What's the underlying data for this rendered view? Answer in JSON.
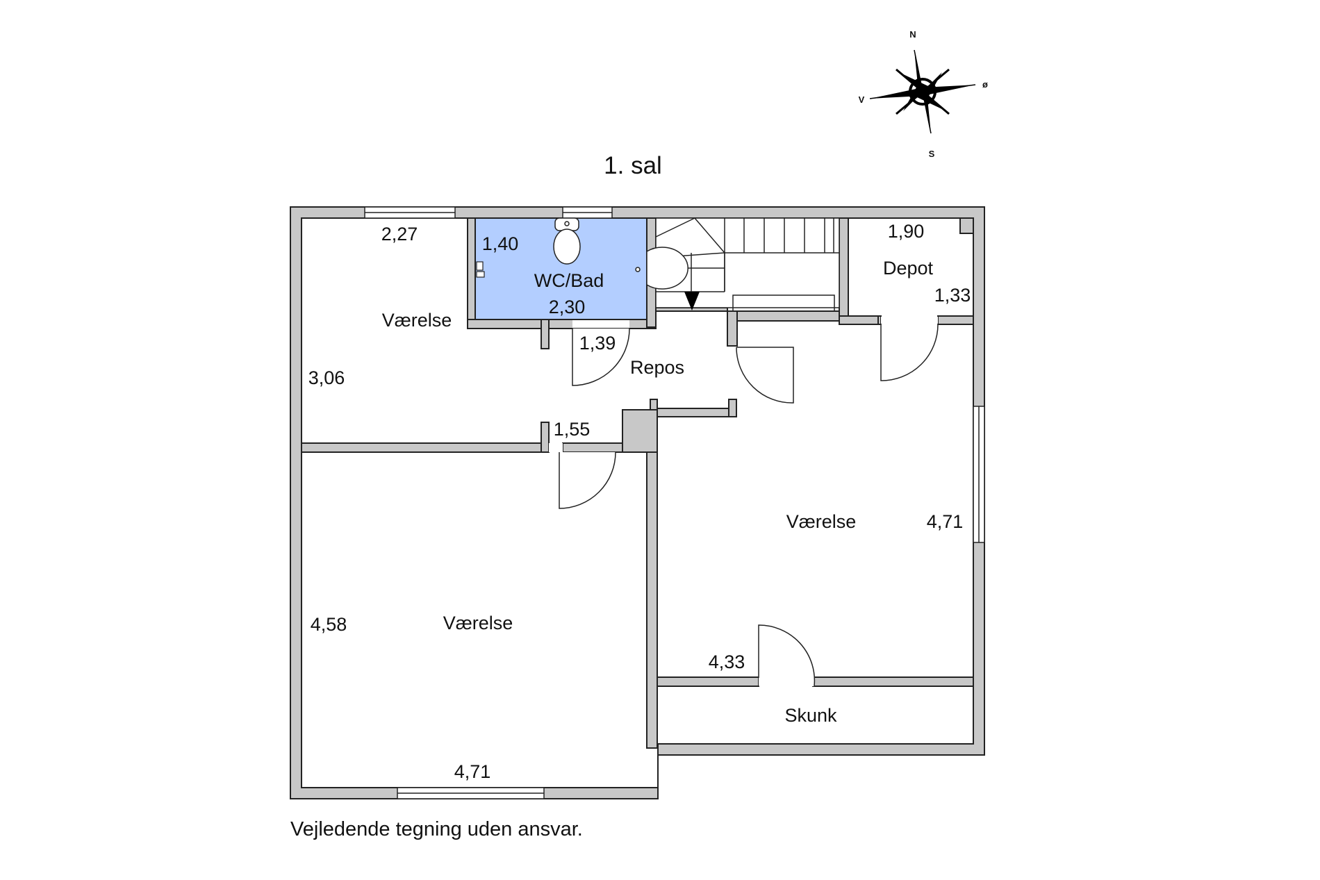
{
  "title": "1. sal",
  "disclaimer": "Vejledende tegning uden ansvar.",
  "compass": {
    "n": "N",
    "s": "S",
    "e": "ø",
    "w": "V"
  },
  "colors": {
    "wall": "#c8c8c8",
    "wall_line": "#222222",
    "wet_room": "#b3ceff"
  },
  "rooms": {
    "vaerelse_nw": "Værelse",
    "wc_bad": "WC/Bad",
    "repos": "Repos",
    "depot": "Depot",
    "vaerelse_east": "Værelse",
    "vaerelse_sw": "Værelse",
    "skunk": "Skunk"
  },
  "dimensions": {
    "nw_width": "2,27",
    "nw_depth": "3,06",
    "wc_depth": "1,40",
    "wc_width": "2,30",
    "repos_door": "1,39",
    "repos_width": "1,55",
    "depot_width": "1,90",
    "depot_depth": "1,33",
    "east_depth": "4,71",
    "east_width": "4,33",
    "sw_depth": "4,58",
    "sw_width": "4,71"
  }
}
